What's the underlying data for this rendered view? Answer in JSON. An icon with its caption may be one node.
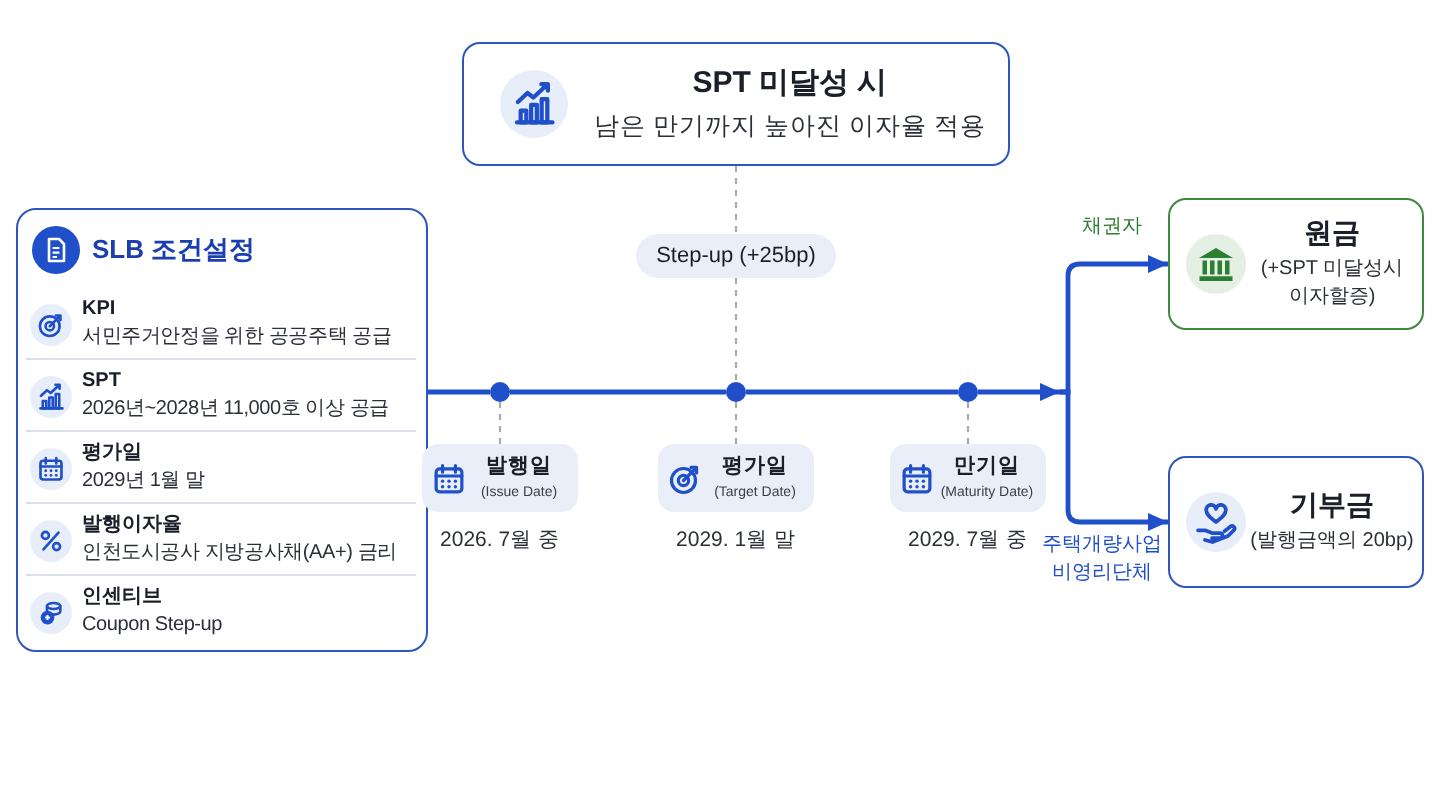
{
  "diagram": {
    "nodes": [
      {
        "text": [
          "SLB 조건설정"
        ]
      },
      {
        "text": [
          "KPI",
          "서민주거안정을 위한 공공주택 공급"
        ],
        "in": 0
      },
      {
        "text": [
          "SPT",
          "2026년~2028년 11,000호 이상 공급"
        ],
        "in": 0
      },
      {
        "text": [
          "평가일",
          "2029년 1월 말"
        ],
        "in": 0
      },
      {
        "text": [
          "발행이자율",
          "인천도시공사 지방공사채(AA+) 금리"
        ],
        "in": 0
      },
      {
        "text": [
          "인센티브",
          "Coupon Step-up"
        ],
        "in": 0
      },
      {
        "text": [
          "SPT 미달성 시",
          "남은 만기까지 높아진 이자율 적용"
        ]
      },
      {
        "text": [
          "Step-up (+25bp)"
        ]
      },
      {
        "text": [],
        "shape": "circle"
      },
      {
        "text": [],
        "shape": "circle"
      },
      {
        "text": [],
        "shape": "circle"
      },
      {
        "text": [
          "발행일",
          "(Issue Date)"
        ],
        "beside": [
          "2026. 7월 중"
        ]
      },
      {
        "text": [
          "평가일",
          "(Target Date)"
        ],
        "beside": [
          "2029. 1월 말"
        ]
      },
      {
        "text": [
          "만기일",
          "(Maturity Date)"
        ],
        "beside": [
          "2029. 7월 중"
        ]
      },
      {
        "text": [
          "원금",
          "(+SPT 미달성시 이자할증)"
        ]
      },
      {
        "text": [
          "기부금",
          "(발행금액의 20bp)"
        ]
      }
    ],
    "edges": [
      {
        "from": 0,
        "to": 8,
        "arrow": "none"
      },
      {
        "from": 8,
        "to": 9,
        "arrow": "none"
      },
      {
        "from": 9,
        "to": 10,
        "arrow": "none"
      },
      {
        "from": 10,
        "to": 14,
        "arrow": "to",
        "label": "채권자"
      },
      {
        "from": 10,
        "to": 15,
        "arrow": "to",
        "label": "주택개량사업 비영리단체"
      },
      {
        "from": 6,
        "to": 7,
        "arrow": "none",
        "style": "dashed",
        "color": "#a3abbb"
      },
      {
        "from": 7,
        "to": 9,
        "arrow": "none",
        "style": "dashed",
        "color": "#a3abbb"
      },
      {
        "from": 8,
        "to": 11,
        "arrow": "none",
        "style": "dashed",
        "color": "#a3abbb"
      },
      {
        "from": 9,
        "to": 12,
        "arrow": "none",
        "style": "dashed",
        "color": "#a3abbb"
      },
      {
        "from": 10,
        "to": 13,
        "arrow": "none",
        "style": "dashed",
        "color": "#a3abbb"
      }
    ]
  }
}
